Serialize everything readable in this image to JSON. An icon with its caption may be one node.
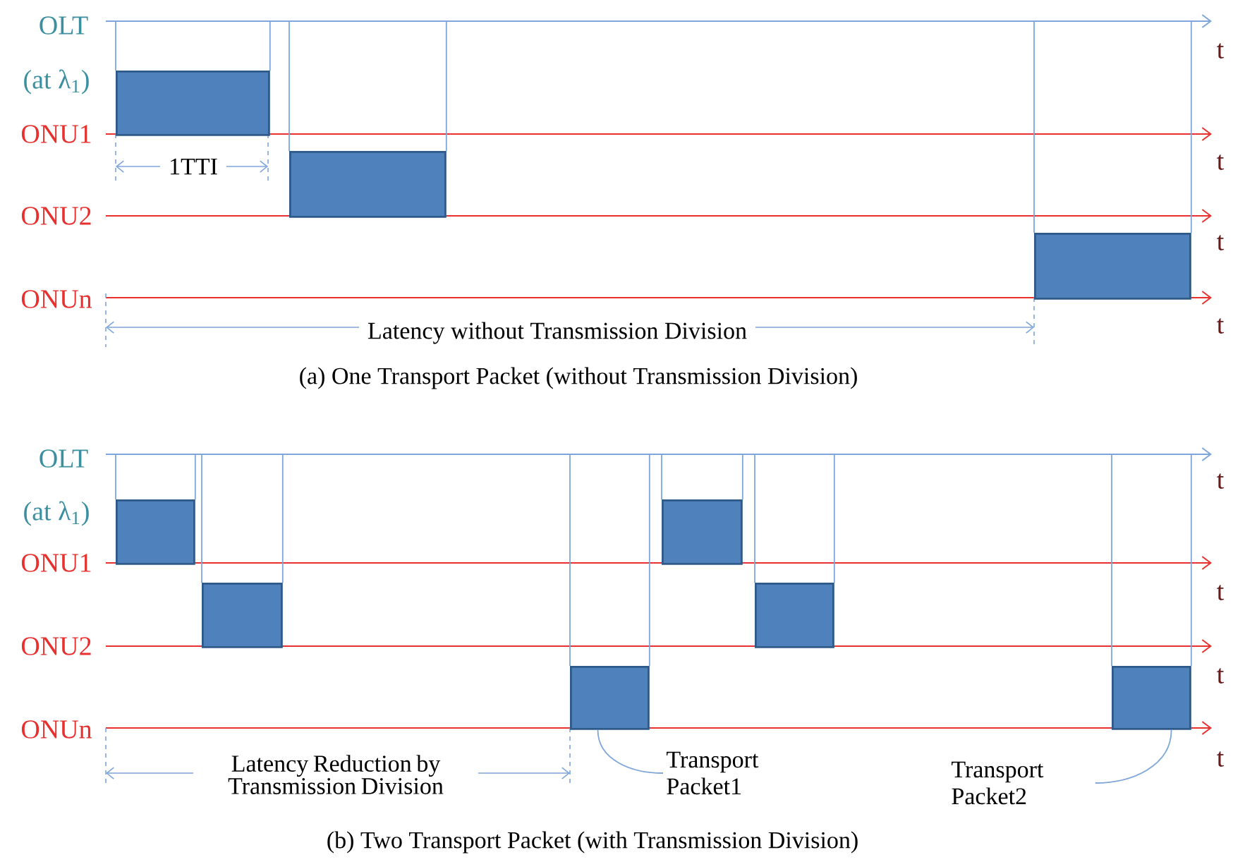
{
  "diagram": {
    "nodes": [
      {
        "text": [],
        "shape": "box"
      },
      {
        "text": [],
        "shape": "box"
      },
      {
        "text": [],
        "shape": "box"
      },
      {
        "text": [],
        "shape": "box"
      },
      {
        "text": [],
        "shape": "box"
      },
      {
        "text": [],
        "shape": "box"
      },
      {
        "text": [],
        "shape": "box"
      },
      {
        "text": [],
        "shape": "box"
      },
      {
        "text": [],
        "shape": "box"
      },
      {
        "text": [
          "Transport Packet1"
        ]
      },
      {
        "text": [
          "Transport Packet2"
        ]
      },
      {
        "text": [
          "OLT",
          "(at λ$_{1}$)"
        ]
      },
      {
        "text": [
          "OLT",
          "(at λ$_{1}$)"
        ]
      }
    ],
    "edges": [
      {
        "from": 9,
        "to": 5,
        "arrow": "none"
      },
      {
        "from": 10,
        "to": 8,
        "arrow": "none"
      },
      {
        "from": 11,
        "to": 0,
        "arrow": "none"
      },
      {
        "from": 11,
        "to": 0,
        "arrow": "none"
      },
      {
        "from": 11,
        "to": 1,
        "arrow": "none"
      },
      {
        "from": 11,
        "to": 1,
        "arrow": "none"
      },
      {
        "from": 11,
        "to": 2,
        "arrow": "none"
      },
      {
        "from": 11,
        "to": 2,
        "arrow": "none"
      },
      {
        "from": 12,
        "to": 3,
        "arrow": "none"
      },
      {
        "from": 12,
        "to": 3,
        "arrow": "none"
      },
      {
        "from": 12,
        "to": 4,
        "arrow": "none"
      },
      {
        "from": 12,
        "to": 4,
        "arrow": "none"
      },
      {
        "from": 12,
        "to": 5,
        "arrow": "none"
      },
      {
        "from": 12,
        "to": 5,
        "arrow": "none"
      },
      {
        "from": 12,
        "to": 6,
        "arrow": "none"
      },
      {
        "from": 12,
        "to": 6,
        "arrow": "none"
      },
      {
        "from": 12,
        "to": 7,
        "arrow": "none"
      },
      {
        "from": 12,
        "to": 7,
        "arrow": "none"
      },
      {
        "from": 12,
        "to": 8,
        "arrow": "none"
      },
      {
        "from": 12,
        "to": 8,
        "arrow": "none"
      }
    ],
    "labels": [
      "t",
      "ONU1",
      "1TTI",
      "t",
      "ONU2",
      "t",
      "ONUn",
      "t",
      "Latency without Transmission Division",
      "(a) One Transport Packet (without Transmission Division)",
      "t",
      "ONU1",
      "t",
      "ONU2",
      "t",
      "ONUn",
      "t",
      "Latency Reduction by Transmission Division",
      "(b) Two Transport Packet (with Transmission Division)"
    ]
  }
}
